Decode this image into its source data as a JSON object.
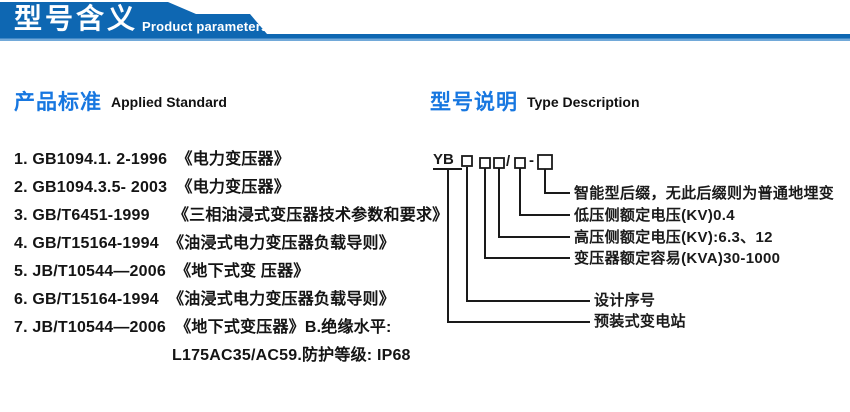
{
  "banner": {
    "title": "型号含义",
    "subtitle": "Product parameters"
  },
  "colors": {
    "banner_blue": "#0e67b2",
    "banner_light_line": "#72a9d9",
    "heading_blue": "#1777e0",
    "text_dark": "#141414"
  },
  "left": {
    "heading_cn": "产品标准",
    "heading_en": "Applied Standard",
    "items": [
      "1. GB1094.1. 2-1996  《电力变压器》",
      "2. GB1094.3.5- 2003  《电力变压器》",
      "3. GB/T6451-1999     《三相油浸式变压器技术参数和要求》",
      "4. GB/T15164-1994  《油浸式电力变压器负载导则》",
      "5. JB/T10544—2006  《地下式变 压器》",
      "6. GB/T15164-1994  《油浸式电力变压器负载导则》",
      "7. JB/T10544—2006  《地下式变压器》B.绝缘水平:",
      "L175AC35/AC59.防护等级: IP68"
    ]
  },
  "right": {
    "heading_cn": "型号说明",
    "heading_en": "Type Description",
    "diagram": {
      "prefix": "YB",
      "slash": "/",
      "dash": "-",
      "labels": {
        "smart": "智能型后缀，无此后缀则为普通地埋变",
        "low_voltage": "低压侧额定电压(KV)0.4",
        "high_voltage": "高压侧额定电压(KV):6.3、12",
        "capacity": "变压器额定容易(KVA)30-1000",
        "design": "设计序号",
        "station": "预装式变电站"
      }
    }
  }
}
